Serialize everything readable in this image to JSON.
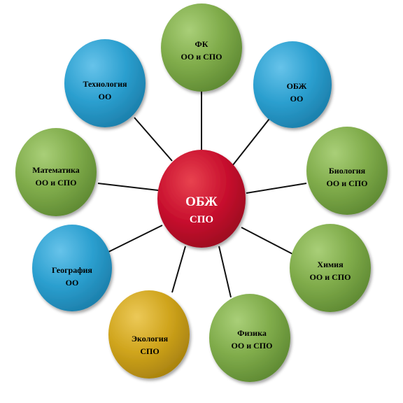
{
  "colors": {
    "green": "#7fab4a",
    "blue": "#2b9fcf",
    "gold": "#cfa41c",
    "red": "#c8102e",
    "line": "#111111"
  },
  "center": {
    "line1": "ОБЖ",
    "line2": "СПО",
    "color": "red"
  },
  "nodes": [
    {
      "id": "fk",
      "line1": "ФК",
      "line2": "ОО и СПО",
      "color": "green"
    },
    {
      "id": "obzh",
      "line1": "ОБЖ",
      "line2": "ОО",
      "color": "blue"
    },
    {
      "id": "biology",
      "line1": "Биология",
      "line2": "ОО и СПО",
      "color": "green"
    },
    {
      "id": "chemistry",
      "line1": "Химия",
      "line2": "ОО и СПО",
      "color": "green"
    },
    {
      "id": "physics",
      "line1": "Физика",
      "line2": "ОО и СПО",
      "color": "green"
    },
    {
      "id": "ecology",
      "line1": "Экология",
      "line2": "СПО",
      "color": "gold"
    },
    {
      "id": "geography",
      "line1": "География",
      "line2": "ОО",
      "color": "blue"
    },
    {
      "id": "math",
      "line1": "Математика",
      "line2": "ОО и СПО",
      "color": "green"
    },
    {
      "id": "technology",
      "line1": "Технология",
      "line2": "ОО",
      "color": "blue"
    }
  ]
}
